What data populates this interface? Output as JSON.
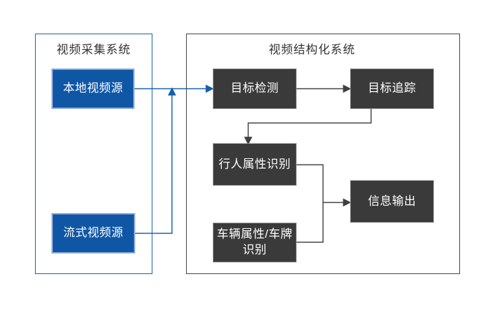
{
  "colors": {
    "canvas-bg": "#FFFFFF",
    "blue-fill": "#0F57A5",
    "blue-node-border": "#8FAADC",
    "blue-line": "#1460AC",
    "dark-fill": "#3A3A3A",
    "dark-node-border": "#8C8C8C",
    "dark-line": "#404040",
    "title-text": "#333333",
    "node-text": "#FFFFFF"
  },
  "capture_panel": {
    "title": "视频采集系统",
    "nodes": {
      "local": {
        "label": "本地视频源"
      },
      "stream": {
        "label": "流式视频源"
      }
    }
  },
  "structuring_panel": {
    "title": "视频结构化系统",
    "nodes": {
      "detection": {
        "label": "目标检测"
      },
      "tracking": {
        "label": "目标追踪"
      },
      "pedestrian": {
        "label": "行人属性识别"
      },
      "vehicle": {
        "label": "车辆属性/车牌识别"
      },
      "output": {
        "label": "信息输出"
      }
    }
  },
  "edges": [
    {
      "from": "本地视频源",
      "to": "目标检测",
      "color": "blue"
    },
    {
      "from": "流式视频源",
      "to": "目标检测",
      "color": "blue"
    },
    {
      "from": "目标检测",
      "to": "目标追踪",
      "color": "dark"
    },
    {
      "from": "目标追踪",
      "to": "行人属性识别",
      "color": "dark"
    },
    {
      "from": "行人属性识别",
      "to": "信息输出",
      "color": "dark"
    },
    {
      "from": "车辆属性/车牌识别",
      "to": "信息输出",
      "color": "dark"
    }
  ]
}
